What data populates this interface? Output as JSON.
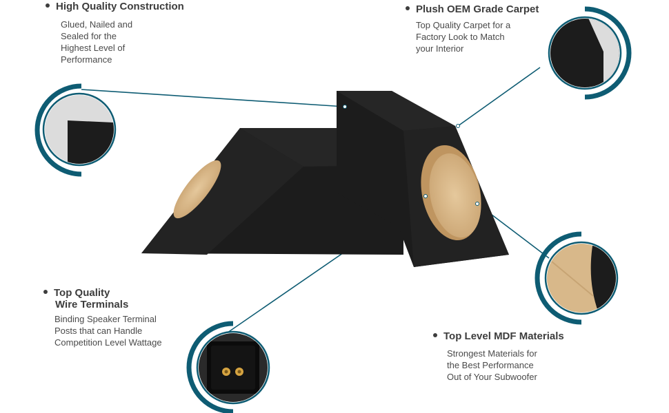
{
  "features": [
    {
      "id": "construction",
      "title": "High Quality Construction",
      "description": "Glued, Nailed and\nSealed for the\nHighest Level of\nPerformance",
      "detail_icon": "box-corner-closeup"
    },
    {
      "id": "carpet",
      "title": "Plush OEM Grade Carpet",
      "description": "Top Quality Carpet for a\nFactory Look to Match\nyour Interior",
      "detail_icon": "carpet-closeup"
    },
    {
      "id": "terminals",
      "title_line1": "Top Quality",
      "title_line2": "Wire Terminals",
      "description": "Binding Speaker Terminal\nPosts that can Handle\nCompetition Level Wattage",
      "detail_icon": "terminal-cup-closeup"
    },
    {
      "id": "mdf",
      "title": "Top Level MDF Materials",
      "description": "Strongest Materials for\nthe Best Performance\nOut of  Your Subwoofer",
      "detail_icon": "mdf-closeup"
    }
  ],
  "colors": {
    "accent": "#0e5c73",
    "carpet": "#1c1c1c",
    "mdf": "#d8b88a",
    "text": "#3d3d3d"
  }
}
